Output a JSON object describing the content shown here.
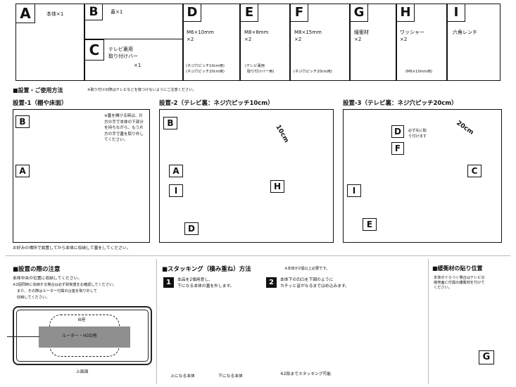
{
  "parts": [
    {
      "letter": "A",
      "name": "本体×1"
    },
    {
      "letter": "B",
      "name": "蓋×1"
    },
    {
      "letter": "C",
      "name_line1": "テレビ裏用",
      "name_line2": "取り付けバー",
      "qty": "×1"
    },
    {
      "letter": "D",
      "spec": "M6×10mm",
      "qty": "×2",
      "note1": "(ネジ穴ピッチ10cm用)",
      "note2": "(ネジ穴ピッチ20cm用)"
    },
    {
      "letter": "E",
      "spec": "M8×8mm",
      "qty": "×2",
      "note1": "(テレビ裏用",
      "note2": "取り付けバー用)"
    },
    {
      "letter": "F",
      "spec": "M8×15mm",
      "qty": "×2",
      "note1": "(ネジ穴ピッチ20cm用)"
    },
    {
      "letter": "G",
      "name": "緩衝材",
      "qty": "×2"
    },
    {
      "letter": "H",
      "name": "ワッシャー",
      "qty": "×2",
      "note1": "(M6×10mm用)"
    },
    {
      "letter": "I",
      "name": "六角レンチ"
    }
  ],
  "install": {
    "heading": "■設置・ご使用方法",
    "caution": "※取り付けの際はテレビなどを傷つけないようにご注意ください。",
    "step1_title": "設置-1（棚や床面）",
    "step1_note": "※蓋を開ける時は、片方の手で本体の下部分を持ちながら、もう片方の手で蓋を取り外してください。",
    "step2_title": "設置-2（テレビ裏：ネジ穴ピッチ10cm）",
    "step3_title": "設置-3（テレビ裏：ネジ穴ピッチ20cm）",
    "step3_note": "必ず先に取り付けます",
    "dim10": "10cm",
    "dim20": "20cm",
    "footer": "お好みの場所で設置してから本体に収納して蓋をしてください。"
  },
  "caution_section": {
    "heading": "■設置の際の注意",
    "line1": "本体中央の位置に収納してください。",
    "line2": "※2個同時に収納する場合は必ず耐荷重をお確認してください。",
    "line3": "また、その際はルーター付属の台座を取り外して",
    "line4": "収納してください。",
    "label_base": "台座",
    "label_device": "ルーター・HDD他",
    "label_view": "上面図"
  },
  "stacking": {
    "heading": "■スタッキング（積み重ね）方法",
    "heading_note": "※本体が2個以上必要です。",
    "step1_num": "1",
    "step1_line1": "本品を2個用意し、",
    "step1_line2": "下になる本体の蓋を外します。",
    "step2_num": "2",
    "step2_line1": "本体下の凹凸を下図のように",
    "step2_line2": "カチッと音がなるまではめ込みます。",
    "label_upper": "上になる本体",
    "label_lower": "下になる本体",
    "note": "※2段までスタッキング可能"
  },
  "cushion": {
    "heading": "■緩衝材の貼り位置",
    "line1": "本体がぐらつく場合はテレビの",
    "line2": "接地面に付属の緩衝材を付けて",
    "line3": "ください。",
    "letter": "G"
  }
}
